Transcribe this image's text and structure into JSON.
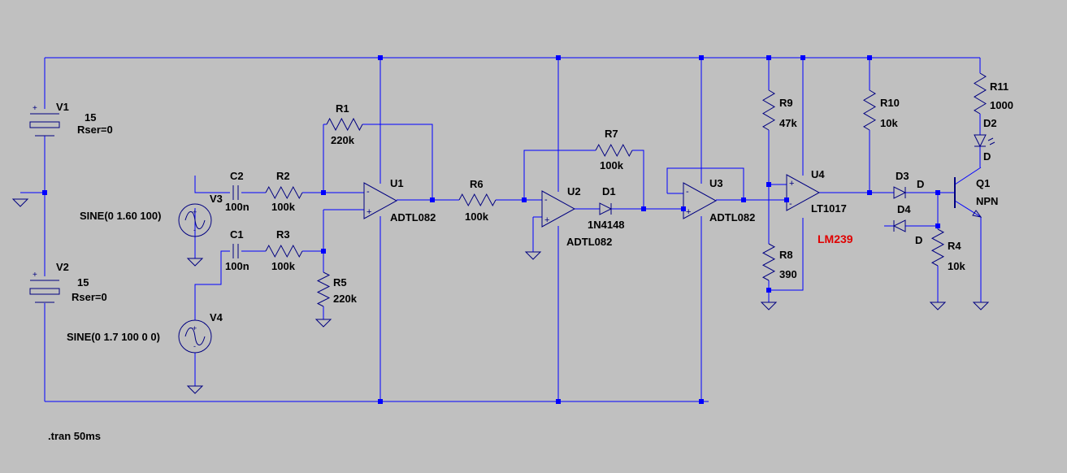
{
  "schematic": {
    "directive": ".tran 50ms",
    "annotation": "LM239",
    "colors": {
      "background": "#c0c0c0",
      "wire": "#0000ff",
      "component": "#000080",
      "text": "#000000",
      "annotation": "#e00000"
    },
    "sources": [
      {
        "ref": "V1",
        "value": "15",
        "param": "Rser=0"
      },
      {
        "ref": "V2",
        "value": "15",
        "param": "Rser=0"
      },
      {
        "ref": "V3",
        "value": "SINE(0 1.60 100)"
      },
      {
        "ref": "V4",
        "value": "SINE(0 1.7 100 0 0)"
      }
    ],
    "resistors": [
      {
        "ref": "R1",
        "value": "220k"
      },
      {
        "ref": "R2",
        "value": "100k"
      },
      {
        "ref": "R3",
        "value": "100k"
      },
      {
        "ref": "R4",
        "value": "10k"
      },
      {
        "ref": "R5",
        "value": "220k"
      },
      {
        "ref": "R6",
        "value": "100k"
      },
      {
        "ref": "R7",
        "value": "100k"
      },
      {
        "ref": "R8",
        "value": "390"
      },
      {
        "ref": "R9",
        "value": "47k"
      },
      {
        "ref": "R10",
        "value": "10k"
      },
      {
        "ref": "R11",
        "value": "1000"
      }
    ],
    "capacitors": [
      {
        "ref": "C1",
        "value": "100n"
      },
      {
        "ref": "C2",
        "value": "100n"
      }
    ],
    "opamps": [
      {
        "ref": "U1",
        "model": "ADTL082"
      },
      {
        "ref": "U2",
        "model": "ADTL082"
      },
      {
        "ref": "U3",
        "model": "ADTL082"
      },
      {
        "ref": "U4",
        "model": "LT1017"
      }
    ],
    "diodes": [
      {
        "ref": "D1",
        "model": "1N4148"
      },
      {
        "ref": "D2",
        "model": "D"
      },
      {
        "ref": "D3",
        "model": "D"
      },
      {
        "ref": "D4",
        "model": "D"
      }
    ],
    "transistor": {
      "ref": "Q1",
      "model": "NPN"
    }
  }
}
